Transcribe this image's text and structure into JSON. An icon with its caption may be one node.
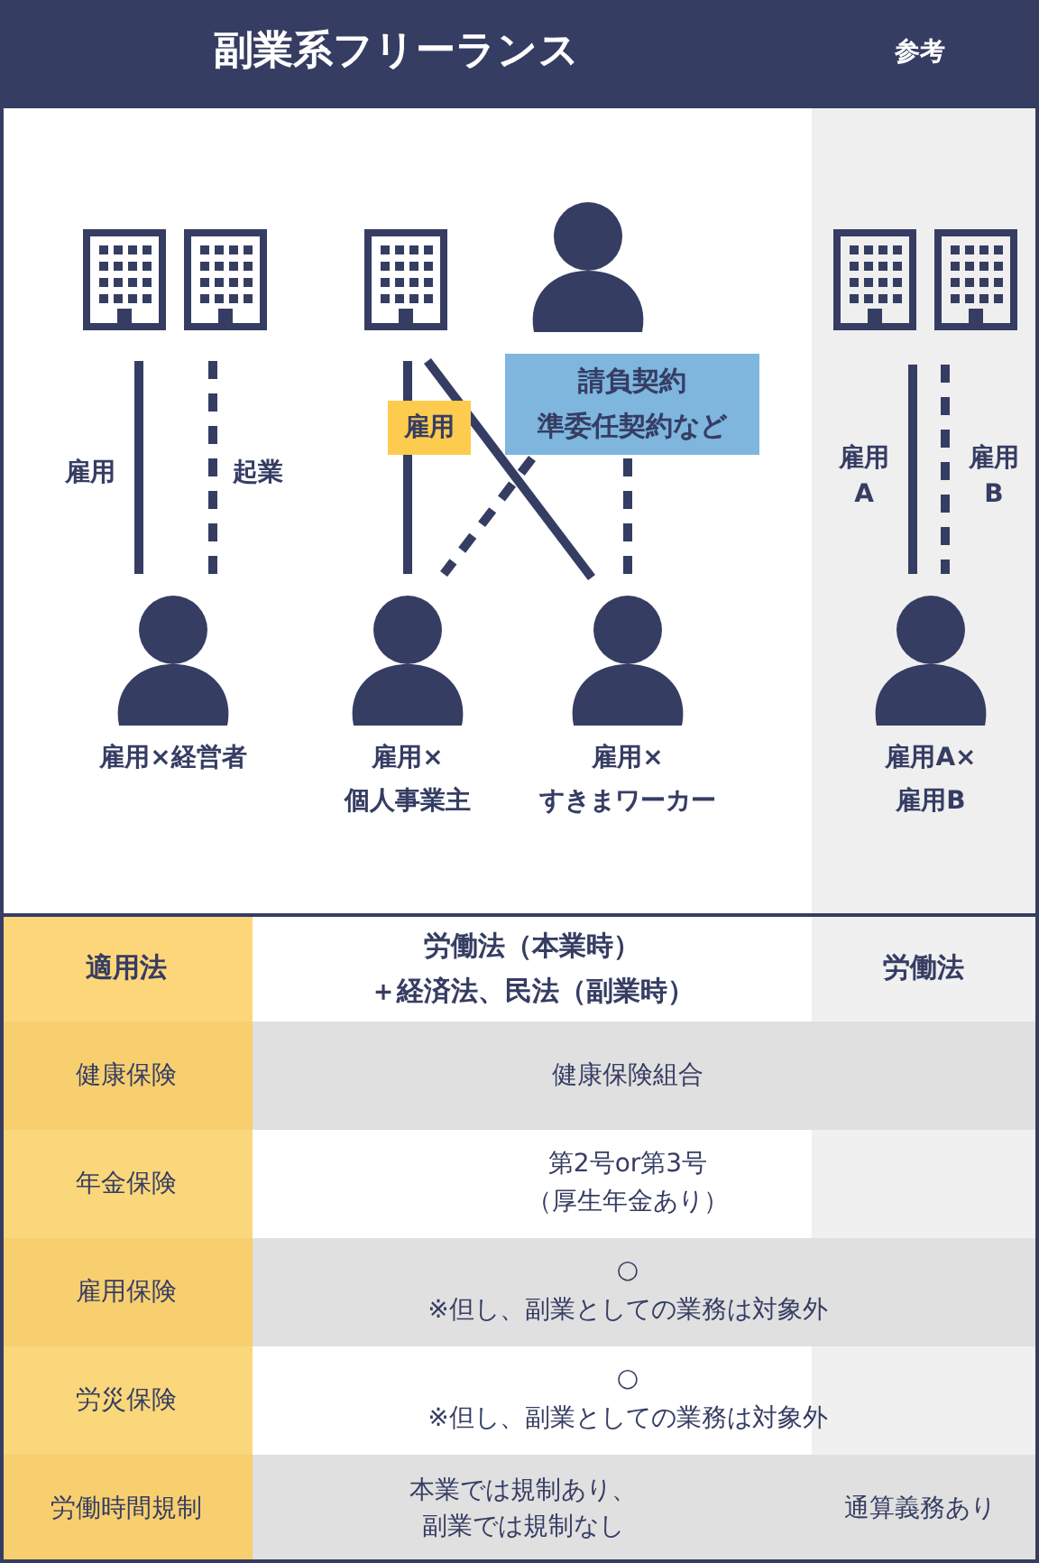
{
  "diagram": {
    "title": "副業系フリーランス",
    "nodes": [
      {
        "text": [],
        "shape": "building"
      },
      {
        "text": [],
        "shape": "building"
      },
      {
        "text": [],
        "shape": "building"
      },
      {
        "text": [],
        "shape": "person"
      },
      {
        "text": [],
        "shape": "building"
      },
      {
        "text": [],
        "shape": "building"
      },
      {
        "text": [
          "請負契約",
          "準委任契約など"
        ]
      },
      {
        "text": [
          "雇用×経営者"
        ]
      },
      {
        "text": [
          "雇用×",
          "個人事業主"
        ]
      },
      {
        "text": [
          "雇用×",
          "すきまワーカー"
        ]
      },
      {
        "text": [
          "雇用A×",
          "雇用B"
        ]
      }
    ],
    "edges": [
      {
        "from": 0,
        "to": 7,
        "arrow": "none",
        "label": "雇用"
      },
      {
        "from": 1,
        "to": 7,
        "arrow": "none",
        "style": "dashed",
        "label": "起業"
      },
      {
        "from": 2,
        "to": 8,
        "arrow": "none",
        "label": "雇用"
      },
      {
        "from": 2,
        "to": 9,
        "arrow": "none"
      },
      {
        "from": 6,
        "to": 8,
        "arrow": "none",
        "style": "dashed"
      },
      {
        "from": 6,
        "to": 9,
        "arrow": "none",
        "style": "dashed"
      },
      {
        "from": 4,
        "to": 10,
        "arrow": "none",
        "label": "雇用A"
      },
      {
        "from": 5,
        "to": 10,
        "arrow": "none",
        "style": "dashed",
        "label": "雇用B"
      }
    ],
    "labels": [
      "参考",
      "適用法",
      "労働法（本業時）",
      "＋経済法、民法（副業時）",
      "労働法",
      "健康保険",
      "健康保険組合",
      "年金保険",
      "第2号or第3号",
      "（厚生年金あり）",
      "雇用保険",
      "○",
      "※但し、副業としての業務は対象外",
      "労災保険",
      "○",
      "※但し、副業としての業務は対象外",
      "労働時間規制",
      "本業では規制あり、",
      "副業では規制なし",
      "通算義務あり"
    ]
  }
}
